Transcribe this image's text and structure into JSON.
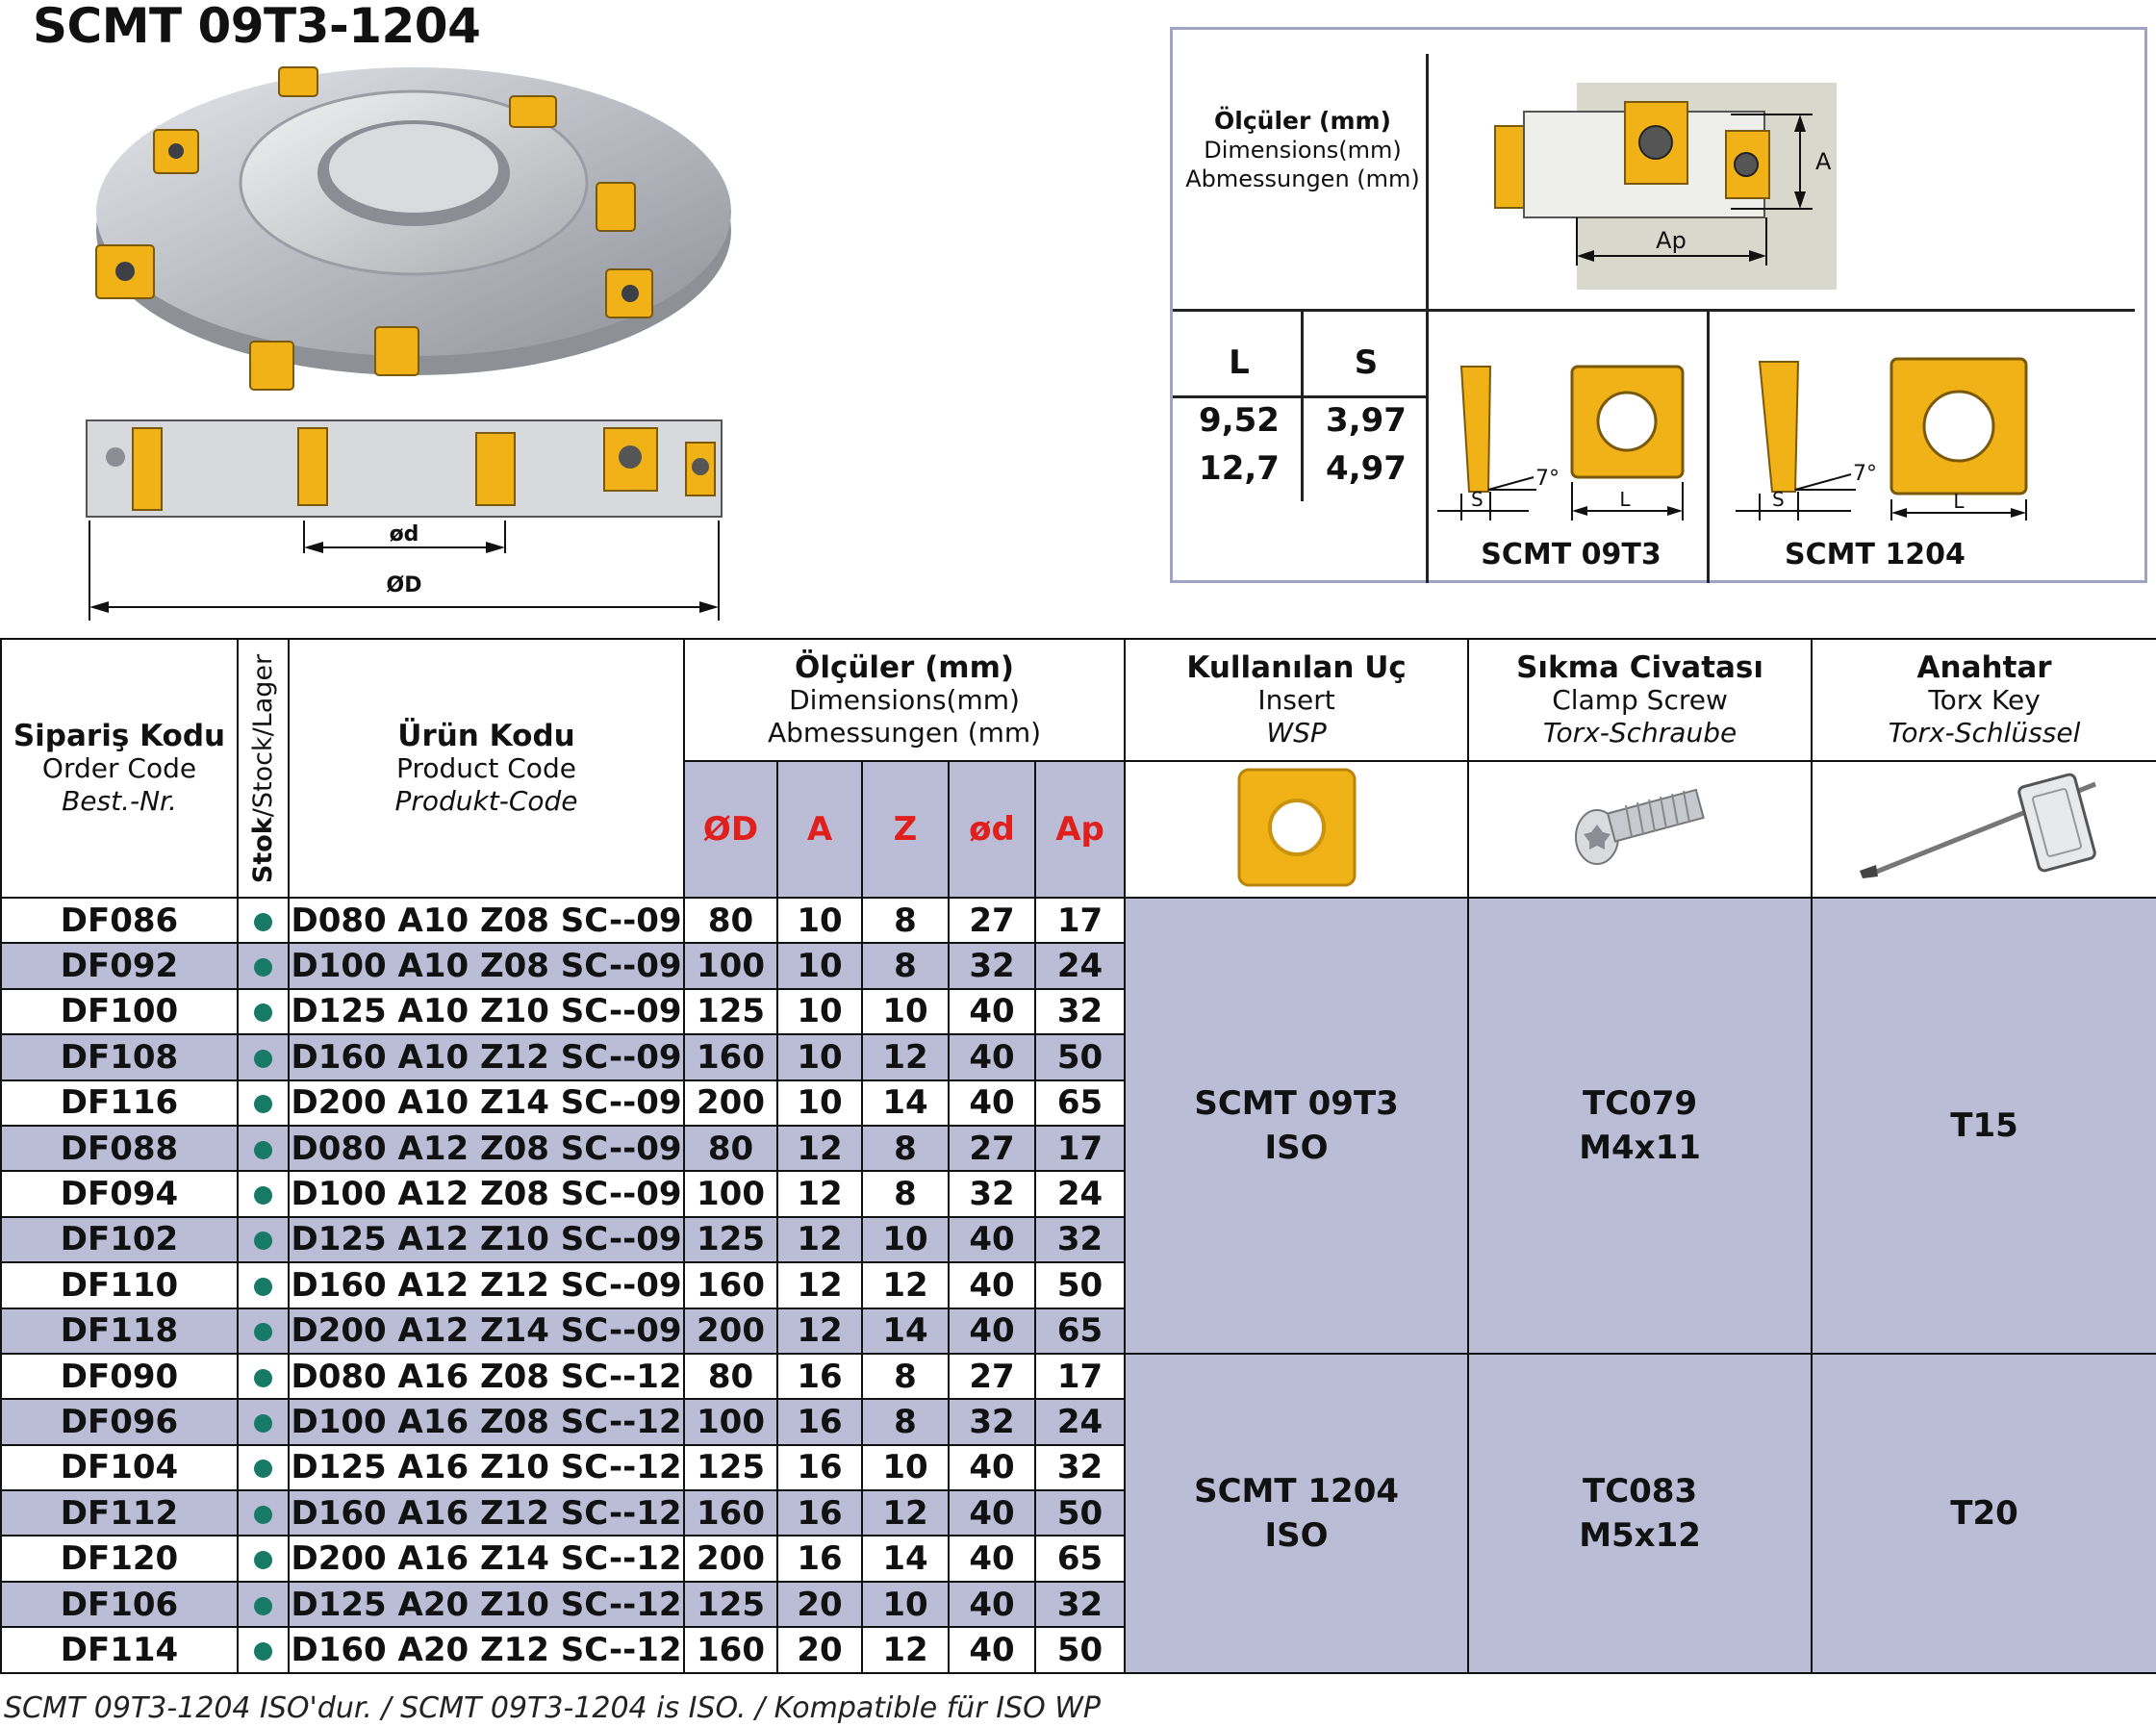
{
  "title": "SCMT 09T3-1204",
  "drawing_labels": {
    "small_d": "ød",
    "big_d": "ØD"
  },
  "dimensions_panel": {
    "heading": {
      "tr": "Ölçüler (mm)",
      "en": "Dimensions(mm)",
      "de": "Abmessungen (mm)"
    },
    "labels": {
      "A": "A",
      "Ap": "Ap",
      "angle": "7°",
      "S": "S",
      "L": "L"
    },
    "ls_table": {
      "headers": [
        "L",
        "S"
      ],
      "rows": [
        [
          "9,52",
          "3,97"
        ],
        [
          "12,7",
          "4,97"
        ]
      ]
    },
    "inserts": [
      "SCMT 09T3",
      "SCMT 1204"
    ]
  },
  "table": {
    "headers": {
      "order_code": {
        "tr": "Sipariş Kodu",
        "en": "Order Code",
        "de": "Best.-Nr."
      },
      "stock": {
        "bold": "Stok",
        "rest": "/Stock/Lager"
      },
      "product_code": {
        "tr": "Ürün Kodu",
        "en": "Product Code",
        "de": "Produkt-Code"
      },
      "dimensions": {
        "tr": "Ölçüler (mm)",
        "en": "Dimensions(mm)",
        "de": "Abmessungen (mm)"
      },
      "dim_cols": [
        "ØD",
        "A",
        "Z",
        "ød",
        "Ap"
      ],
      "insert": {
        "tr": "Kullanılan Uç",
        "en": "Insert",
        "de": "WSP"
      },
      "clamp_screw": {
        "tr": "Sıkma Civatası",
        "en": "Clamp Screw",
        "de": "Torx-Schraube"
      },
      "torx_key": {
        "tr": "Anahtar",
        "en": "Torx Key",
        "de": "Torx-Schlüssel"
      }
    },
    "rows": [
      [
        "DF086",
        "D080 A10 Z08 SC--09",
        "80",
        "10",
        "8",
        "27",
        "17"
      ],
      [
        "DF092",
        "D100 A10 Z08 SC--09",
        "100",
        "10",
        "8",
        "32",
        "24"
      ],
      [
        "DF100",
        "D125 A10 Z10 SC--09",
        "125",
        "10",
        "10",
        "40",
        "32"
      ],
      [
        "DF108",
        "D160 A10 Z12 SC--09",
        "160",
        "10",
        "12",
        "40",
        "50"
      ],
      [
        "DF116",
        "D200 A10 Z14 SC--09",
        "200",
        "10",
        "14",
        "40",
        "65"
      ],
      [
        "DF088",
        "D080 A12 Z08 SC--09",
        "80",
        "12",
        "8",
        "27",
        "17"
      ],
      [
        "DF094",
        "D100 A12 Z08 SC--09",
        "100",
        "12",
        "8",
        "32",
        "24"
      ],
      [
        "DF102",
        "D125 A12 Z10 SC--09",
        "125",
        "12",
        "10",
        "40",
        "32"
      ],
      [
        "DF110",
        "D160 A12 Z12 SC--09",
        "160",
        "12",
        "12",
        "40",
        "50"
      ],
      [
        "DF118",
        "D200 A12 Z14 SC--09",
        "200",
        "12",
        "14",
        "40",
        "65"
      ],
      [
        "DF090",
        "D080 A16 Z08 SC--12",
        "80",
        "16",
        "8",
        "27",
        "17"
      ],
      [
        "DF096",
        "D100 A16 Z08 SC--12",
        "100",
        "16",
        "8",
        "32",
        "24"
      ],
      [
        "DF104",
        "D125 A16 Z10 SC--12",
        "125",
        "16",
        "10",
        "40",
        "32"
      ],
      [
        "DF112",
        "D160 A16 Z12 SC--12",
        "160",
        "16",
        "12",
        "40",
        "50"
      ],
      [
        "DF120",
        "D200 A16 Z14 SC--12",
        "200",
        "16",
        "14",
        "40",
        "65"
      ],
      [
        "DF106",
        "D125 A20 Z10 SC--12",
        "125",
        "20",
        "10",
        "40",
        "32"
      ],
      [
        "DF114",
        "D160 A20 Z12 SC--12",
        "160",
        "20",
        "12",
        "40",
        "50"
      ]
    ],
    "groups": [
      {
        "insert": [
          "SCMT 09T3",
          "ISO"
        ],
        "screw": [
          "TC079",
          "M4x11"
        ],
        "key": "T15"
      },
      {
        "insert": [
          "SCMT 1204",
          "ISO"
        ],
        "screw": [
          "TC083",
          "M5x12"
        ],
        "key": "T20"
      }
    ]
  },
  "footnote": "SCMT 09T3-1204 ISO'dur. / SCMT 09T3-1204 is ISO. / Kompatible für ISO WP",
  "colors": {
    "row_shade": "#bbbcd6",
    "stock_dot": "#177a66",
    "dim_header_text": "#e0201d",
    "insert_gold": "#f0b216"
  }
}
